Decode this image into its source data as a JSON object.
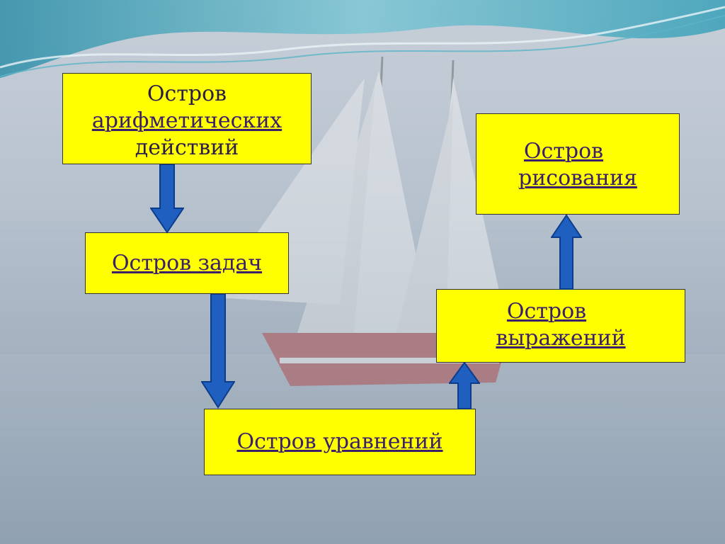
{
  "slide": {
    "islands": [
      {
        "line1": "Остров",
        "line2": "арифметических",
        "line3": "действий"
      },
      {
        "text": "Остров задач"
      },
      {
        "text": "Остров уравнений"
      },
      {
        "line1": "Остров",
        "line2": "выражений"
      },
      {
        "line1": "Остров",
        "line2": "рисования"
      }
    ]
  },
  "colors": {
    "box_fill": "#ffff00",
    "arrow_fill": "#1f5fbf",
    "link_text": "#3a1f6b"
  },
  "icons": {
    "down_arrow": "arrow-down-icon",
    "up_arrow": "arrow-up-icon"
  }
}
